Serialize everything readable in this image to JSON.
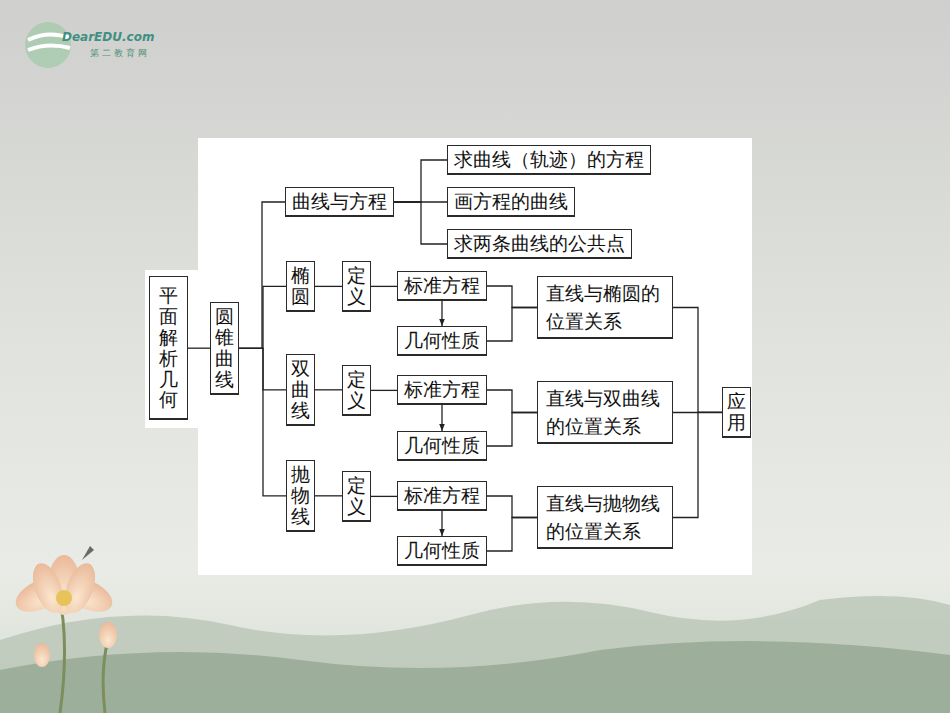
{
  "diagram": {
    "nodes": [
      {
        "text": [
          "平面解析几何"
        ]
      },
      {
        "text": [
          "圆锥曲线"
        ]
      },
      {
        "text": [
          "曲线与方程"
        ]
      },
      {
        "text": [
          "求曲线（轨迹）的方程"
        ]
      },
      {
        "text": [
          "画方程的曲线"
        ]
      },
      {
        "text": [
          "求两条曲线的公共点"
        ]
      },
      {
        "text": [
          "椭圆"
        ]
      },
      {
        "text": [
          "定义"
        ]
      },
      {
        "text": [
          "标准方程"
        ]
      },
      {
        "text": [
          "几何性质"
        ]
      },
      {
        "text": [
          "直线与椭圆的位置关系"
        ]
      },
      {
        "text": [
          "双曲线"
        ]
      },
      {
        "text": [
          "定义"
        ]
      },
      {
        "text": [
          "标准方程"
        ]
      },
      {
        "text": [
          "几何性质"
        ]
      },
      {
        "text": [
          "直线与双曲线的位置关系"
        ]
      },
      {
        "text": [
          "抛物线"
        ]
      },
      {
        "text": [
          "定义"
        ]
      },
      {
        "text": [
          "标准方程"
        ]
      },
      {
        "text": [
          "几何性质"
        ]
      },
      {
        "text": [
          "直线与抛物线的位置关系"
        ]
      },
      {
        "text": [
          "应用"
        ]
      }
    ],
    "edges": [
      {
        "from": 0,
        "to": 1,
        "arrow": "none"
      },
      {
        "from": 1,
        "to": 2,
        "arrow": "none"
      },
      {
        "from": 1,
        "to": 6,
        "arrow": "none"
      },
      {
        "from": 1,
        "to": 11,
        "arrow": "none"
      },
      {
        "from": 1,
        "to": 16,
        "arrow": "none"
      },
      {
        "from": 2,
        "to": 3,
        "arrow": "none"
      },
      {
        "from": 2,
        "to": 4,
        "arrow": "none"
      },
      {
        "from": 2,
        "to": 5,
        "arrow": "none"
      },
      {
        "from": 6,
        "to": 7,
        "arrow": "none"
      },
      {
        "from": 7,
        "to": 8,
        "arrow": "none"
      },
      {
        "from": 8,
        "to": 9,
        "arrow": "to"
      },
      {
        "from": 8,
        "to": 10,
        "arrow": "none"
      },
      {
        "from": 9,
        "to": 10,
        "arrow": "none"
      },
      {
        "from": 10,
        "to": 21,
        "arrow": "none"
      },
      {
        "from": 11,
        "to": 12,
        "arrow": "none"
      },
      {
        "from": 12,
        "to": 13,
        "arrow": "none"
      },
      {
        "from": 13,
        "to": 14,
        "arrow": "to"
      },
      {
        "from": 13,
        "to": 15,
        "arrow": "none"
      },
      {
        "from": 14,
        "to": 15,
        "arrow": "none"
      },
      {
        "from": 15,
        "to": 21,
        "arrow": "none"
      },
      {
        "from": 16,
        "to": 17,
        "arrow": "none"
      },
      {
        "from": 17,
        "to": 18,
        "arrow": "none"
      },
      {
        "from": 18,
        "to": 19,
        "arrow": "to"
      },
      {
        "from": 18,
        "to": 20,
        "arrow": "none"
      },
      {
        "from": 19,
        "to": 20,
        "arrow": "none"
      },
      {
        "from": 20,
        "to": 21,
        "arrow": "none"
      }
    ],
    "labels": [
      "DearEDU.com",
      "第二教育网"
    ]
  }
}
